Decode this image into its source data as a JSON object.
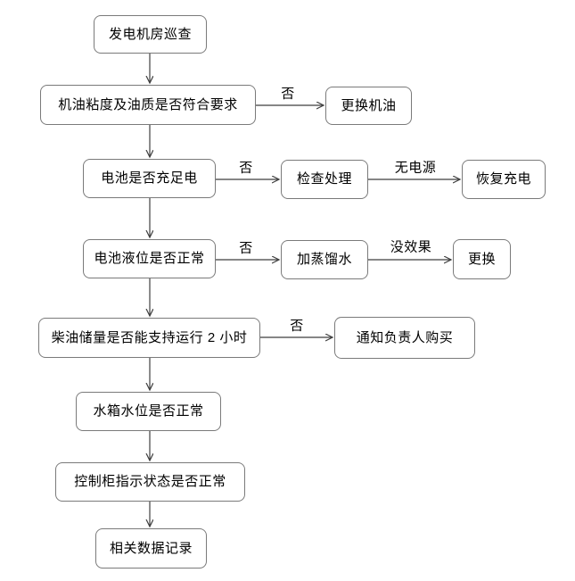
{
  "diagram": {
    "type": "flowchart",
    "nodes": {
      "start": {
        "label": "发电机房巡查"
      },
      "oil_check": {
        "label": "机油粘度及油质是否符合要求"
      },
      "oil_change": {
        "label": "更换机油"
      },
      "battery_charge": {
        "label": "电池是否充足电"
      },
      "inspect_handle": {
        "label": "检查处理"
      },
      "restore_charge": {
        "label": "恢复充电"
      },
      "battery_level": {
        "label": "电池液位是否正常"
      },
      "add_water": {
        "label": "加蒸馏水"
      },
      "replace": {
        "label": "更换"
      },
      "diesel_reserve": {
        "label": "柴油储量是否能支持运行 2 小时"
      },
      "notify_purchase": {
        "label": "通知负责人购买"
      },
      "water_tank": {
        "label": "水箱水位是否正常"
      },
      "control_cabinet": {
        "label": "控制柜指示状态是否正常"
      },
      "data_record": {
        "label": "相关数据记录"
      }
    },
    "edges": {
      "oil_no": {
        "label": "否"
      },
      "battery_no": {
        "label": "否"
      },
      "no_power": {
        "label": "无电源"
      },
      "level_no": {
        "label": "否"
      },
      "no_effect": {
        "label": "没效果"
      },
      "diesel_no": {
        "label": "否"
      }
    },
    "colors": {
      "background": "#ffffff",
      "box_border": "#7a7a7a",
      "connector_line": "#3f3f3f",
      "text": "#000000"
    }
  }
}
